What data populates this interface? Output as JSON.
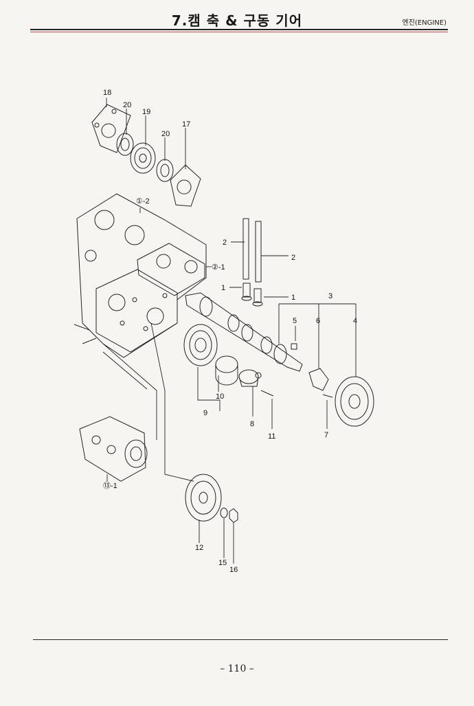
{
  "header": {
    "title": "7.캠 축 & 구동 기어",
    "section": "엔진(ENGINE)"
  },
  "callouts": {
    "c18": "18",
    "c20a": "20",
    "c19": "19",
    "c20b": "20",
    "c17": "17",
    "c1_2": "①-2",
    "c2a": "2",
    "c2b": "2",
    "c2_1": "②-1",
    "c1a": "1",
    "c1b": "1",
    "c3": "3",
    "c5": "5",
    "c6": "6",
    "c4": "4",
    "c10": "10",
    "c9": "9",
    "c8": "8",
    "c11": "11",
    "c7": "7",
    "c13_1": "⑬-1",
    "c12": "12",
    "c15": "15",
    "c16": "16"
  },
  "footer": {
    "page": "– 110 –"
  }
}
